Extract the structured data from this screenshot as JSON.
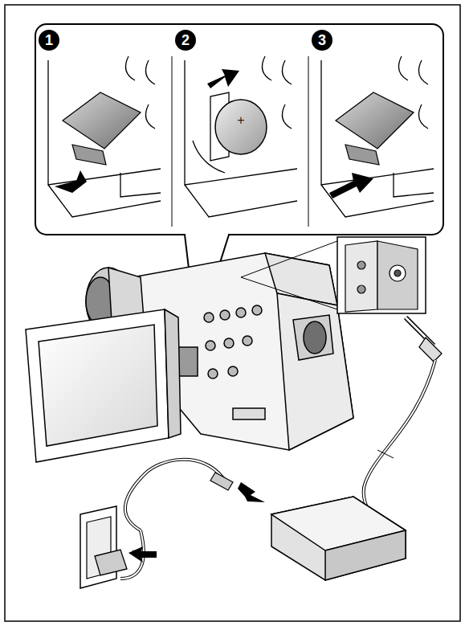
{
  "diagram": {
    "labels": [
      "1",
      "2",
      "3",
      "+"
    ]
  }
}
